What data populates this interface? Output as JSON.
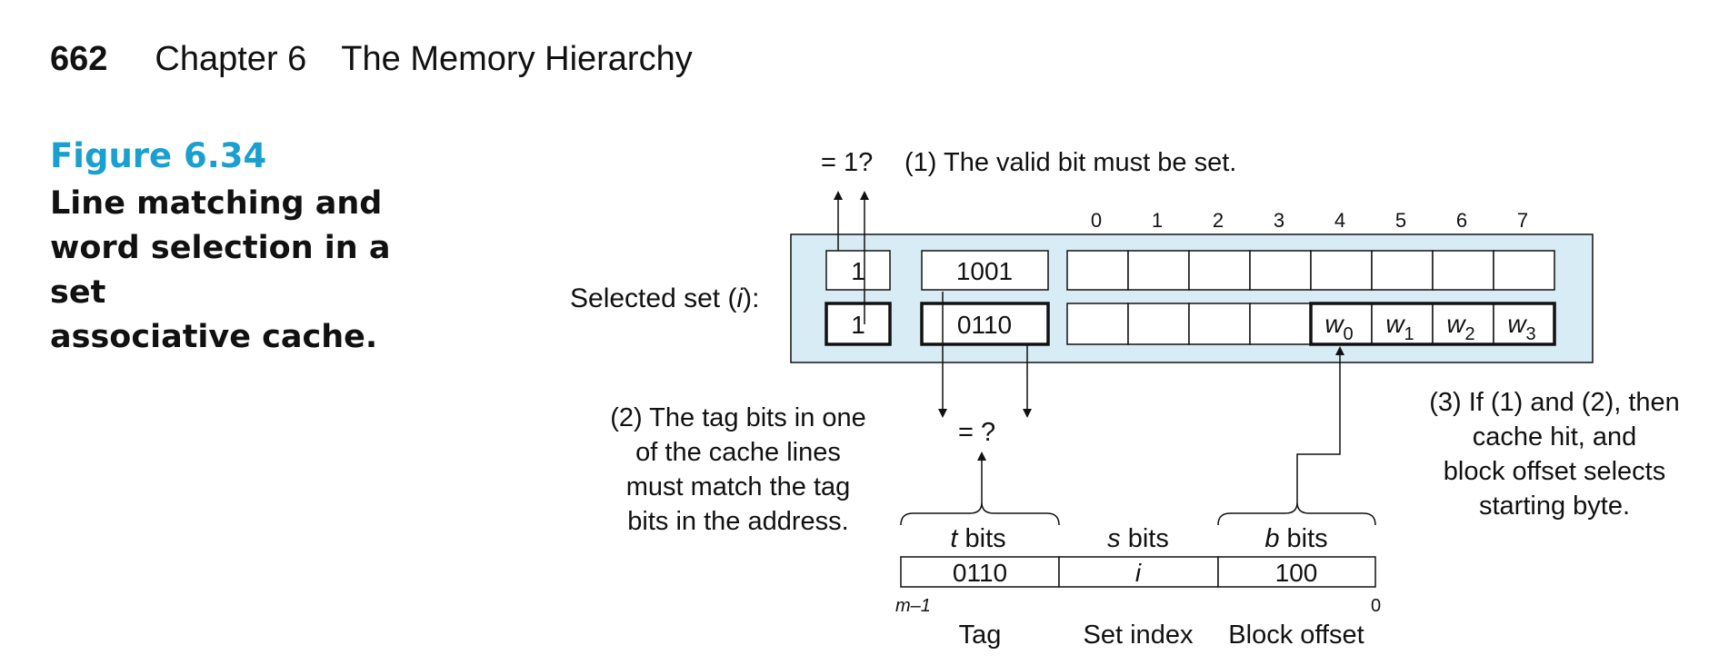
{
  "header": {
    "page_number": "662",
    "chapter": "Chapter 6",
    "title": "The Memory Hierarchy"
  },
  "figure": {
    "number": "Figure 6.34",
    "caption_lines": [
      "Line matching and",
      "word selection in a set",
      "associative cache."
    ]
  },
  "diagram": {
    "valid_check": "= 1?",
    "step1": "(1) The valid bit must be set.",
    "byte_indices": [
      "0",
      "1",
      "2",
      "3",
      "4",
      "5",
      "6",
      "7"
    ],
    "set_label_pre": "Selected set (",
    "set_label_var": "i",
    "set_label_post": "):",
    "line1": {
      "valid": "1",
      "tag": "1001"
    },
    "line2": {
      "valid": "1",
      "tag": "0110"
    },
    "words": [
      {
        "base": "w",
        "sub": "0"
      },
      {
        "base": "w",
        "sub": "1"
      },
      {
        "base": "w",
        "sub": "2"
      },
      {
        "base": "w",
        "sub": "3"
      }
    ],
    "step2_lines": [
      "(2) The tag bits in one",
      "of the cache lines",
      "must match the tag",
      "bits in the address."
    ],
    "tag_check": "= ?",
    "step3_lines": [
      "(3) If (1) and (2), then",
      "cache hit, and",
      "block offset selects",
      "starting byte."
    ],
    "address": {
      "t_var": "t",
      "t_word": " bits",
      "s_var": "s",
      "s_word": " bits",
      "b_var": "b",
      "b_word": " bits",
      "tag_value": "0110",
      "index_value": "i",
      "offset_value": "100",
      "msb_label": "m–1",
      "lsb_label": "0",
      "tag_label": "Tag",
      "index_label": "Set index",
      "offset_label": "Block offset"
    }
  },
  "colors": {
    "figure_accent": "#1aa0cf",
    "set_fill": "#d7ecf4"
  }
}
